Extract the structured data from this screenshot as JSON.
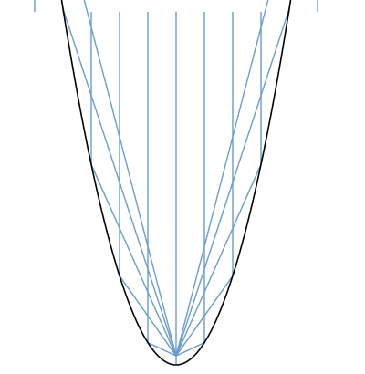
{
  "colors": {
    "curve": "#000000",
    "rays": "#6a9ccf",
    "background": "#ffffff"
  },
  "diagram": {
    "kind": "parabolic reflector ray diagram",
    "parabola": {
      "a": 0.0254,
      "x_range": [
        -186,
        186
      ]
    },
    "focus": {
      "x": 0,
      "y": 9.84
    },
    "incoming_ray_x": [
      -155,
      -124,
      -93,
      -62,
      -31,
      0,
      31,
      62,
      93,
      124,
      155
    ],
    "ray_entry_y": 387
  }
}
